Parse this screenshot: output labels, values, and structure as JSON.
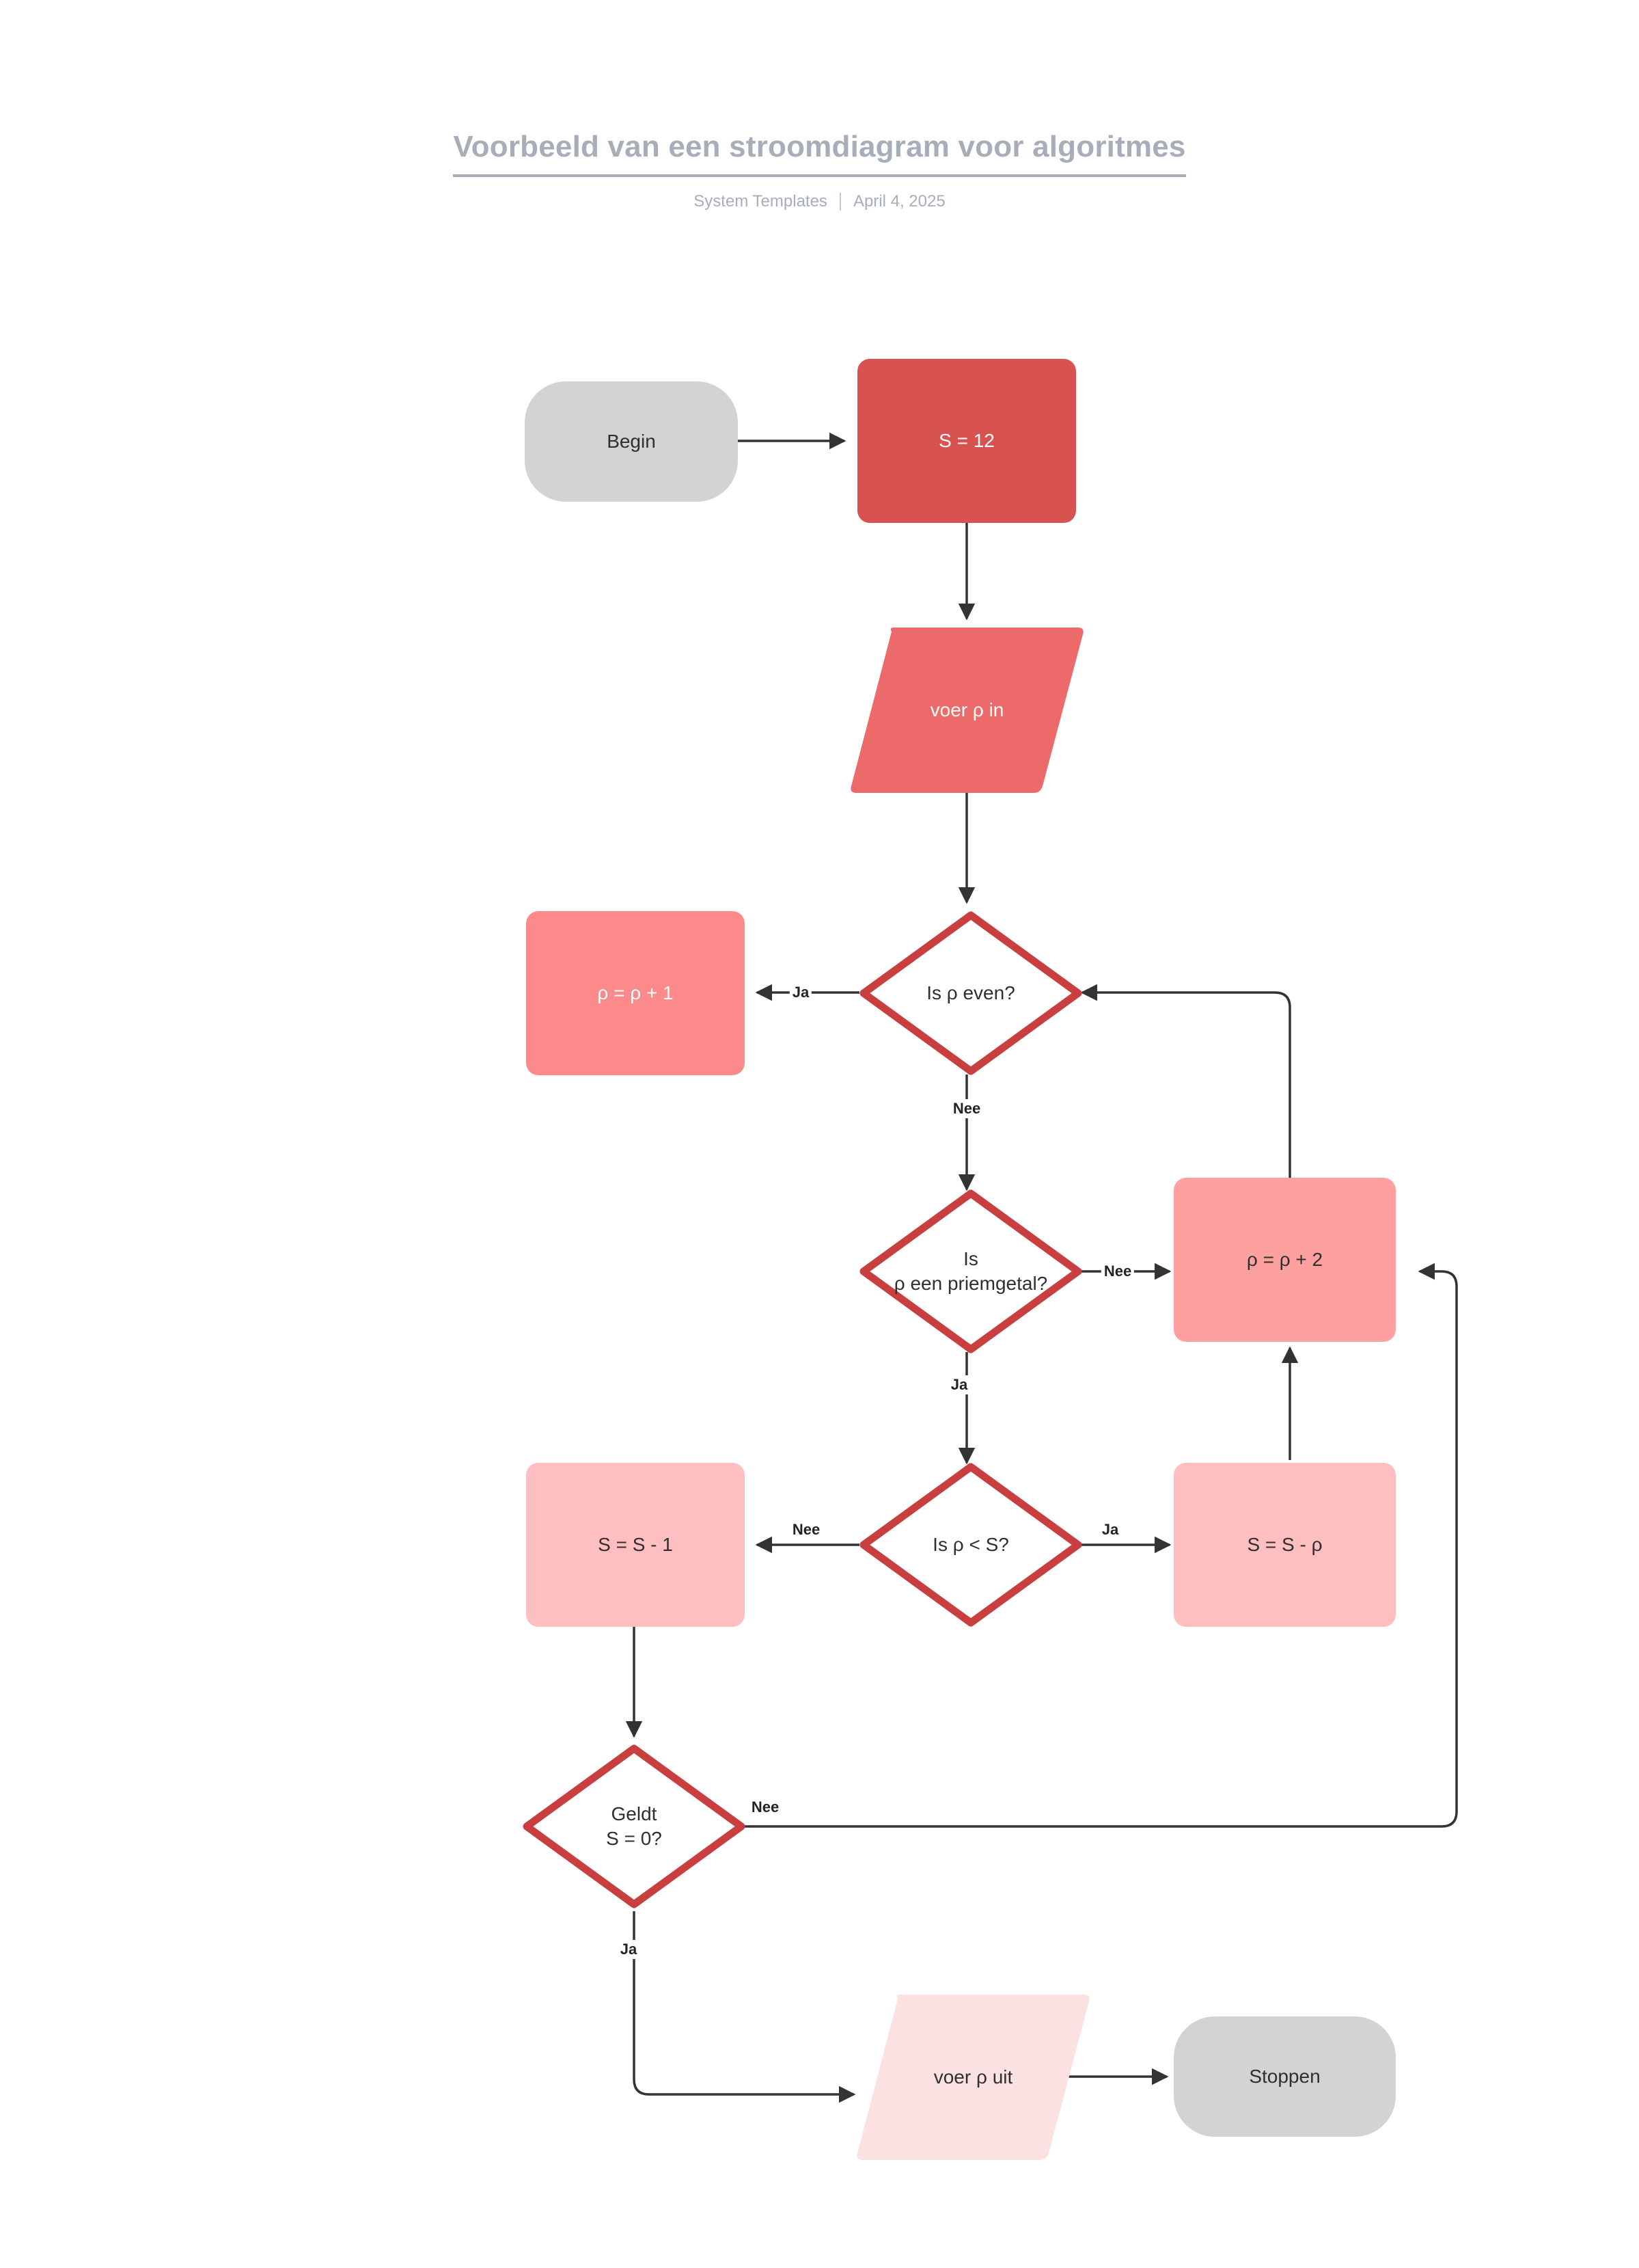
{
  "header": {
    "title": "Voorbeeld van een stroomdiagram voor algoritmes",
    "author": "System Templates",
    "date": "April 4, 2025"
  },
  "colors": {
    "title_gray": "#a7aeba",
    "terminator_gray": "#d3d3d3",
    "dark_red": "#d85252",
    "salmon": "#ed6a6a",
    "light_salmon": "#fc8a8a",
    "pink": "#ffbec0",
    "pale_pink": "#fce1e3",
    "diamond_stroke": "#c93f3f",
    "edge_stroke": "#333333"
  },
  "chart_data": {
    "type": "diagram",
    "title": "Voorbeeld van een stroomdiagram voor algoritmes",
    "nodes": [
      {
        "id": "begin",
        "label": "Begin",
        "shape": "terminator",
        "fill": "#d3d3d3",
        "text_color": "#2f2f2f"
      },
      {
        "id": "s12",
        "label": "S = 12",
        "shape": "process",
        "fill": "#d85252",
        "text_color": "#ffffff"
      },
      {
        "id": "input",
        "label": "voer ρ in",
        "shape": "io",
        "fill": "#ed6a6a",
        "text_color": "#ffffff"
      },
      {
        "id": "even",
        "label": "Is ρ even?",
        "shape": "decision",
        "fill": "#ffffff",
        "text_color": "#2f2f2f"
      },
      {
        "id": "rho1",
        "label": "ρ = ρ + 1",
        "shape": "process",
        "fill": "#fc8a8a",
        "text_color": "#ffffff"
      },
      {
        "id": "prime",
        "label": "Is\nρ een priemgetal?",
        "shape": "decision",
        "fill": "#ffffff",
        "text_color": "#2f2f2f"
      },
      {
        "id": "rho2",
        "label": "ρ = ρ + 2",
        "shape": "process",
        "fill": "#ffa0a0",
        "text_color": "#2f2f2f"
      },
      {
        "id": "lt",
        "label": "Is ρ < S?",
        "shape": "decision",
        "fill": "#ffffff",
        "text_color": "#2f2f2f"
      },
      {
        "id": "sminus1",
        "label": "S = S - 1",
        "shape": "process",
        "fill": "#ffbec0",
        "text_color": "#2f2f2f"
      },
      {
        "id": "sminusrho",
        "label": "S = S - ρ",
        "shape": "process",
        "fill": "#ffbec0",
        "text_color": "#2f2f2f"
      },
      {
        "id": "zero",
        "label": "Geldt\nS = 0?",
        "shape": "decision",
        "fill": "#ffffff",
        "text_color": "#2f2f2f"
      },
      {
        "id": "output",
        "label": "voer ρ uit",
        "shape": "io",
        "fill": "#fce1e3",
        "text_color": "#2f2f2f"
      },
      {
        "id": "stop",
        "label": "Stoppen",
        "shape": "terminator",
        "fill": "#d3d3d3",
        "text_color": "#2f2f2f"
      }
    ],
    "edges": [
      {
        "from": "begin",
        "to": "s12",
        "label": ""
      },
      {
        "from": "s12",
        "to": "input",
        "label": ""
      },
      {
        "from": "input",
        "to": "even",
        "label": ""
      },
      {
        "from": "even",
        "to": "rho1",
        "label": "Ja"
      },
      {
        "from": "even",
        "to": "prime",
        "label": "Nee"
      },
      {
        "from": "prime",
        "to": "rho2",
        "label": "Nee"
      },
      {
        "from": "prime",
        "to": "lt",
        "label": "Ja"
      },
      {
        "from": "lt",
        "to": "sminus1",
        "label": "Nee"
      },
      {
        "from": "lt",
        "to": "sminusrho",
        "label": "Ja"
      },
      {
        "from": "sminusrho",
        "to": "rho2",
        "label": ""
      },
      {
        "from": "rho2",
        "to": "even",
        "label": ""
      },
      {
        "from": "sminus1",
        "to": "zero",
        "label": ""
      },
      {
        "from": "zero",
        "to": "rho2",
        "label": "Nee"
      },
      {
        "from": "zero",
        "to": "output",
        "label": "Ja"
      },
      {
        "from": "output",
        "to": "stop",
        "label": ""
      }
    ],
    "edge_labels": [
      {
        "id": "even-ja",
        "text": "Ja"
      },
      {
        "id": "even-nee",
        "text": "Nee"
      },
      {
        "id": "prime-nee",
        "text": "Nee"
      },
      {
        "id": "prime-ja",
        "text": "Ja"
      },
      {
        "id": "lt-nee",
        "text": "Nee"
      },
      {
        "id": "lt-ja",
        "text": "Ja"
      },
      {
        "id": "zero-nee",
        "text": "Nee"
      },
      {
        "id": "zero-ja",
        "text": "Ja"
      }
    ]
  }
}
